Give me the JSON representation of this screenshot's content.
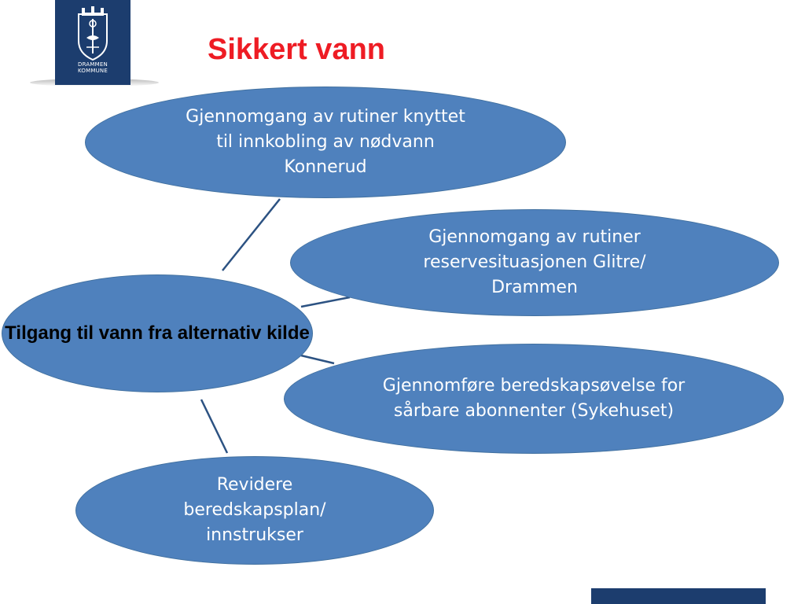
{
  "logo": {
    "line1": "DRAMMEN",
    "line2": "KOMMUNE"
  },
  "title": "Sikkert vann",
  "diagram": {
    "center": "Tilgang til vann fra alternativ kilde",
    "nodes": [
      "Gjennomgang av rutiner knyttet til innkobling av nødvann Konnerud",
      "Gjennomgang av rutiner reservesituasjonen Glitre/ Drammen",
      "Gjennomføre beredskapsøvelse for sårbare abonnenter (Sykehuset)",
      "Revidere beredskapsplan/ innstrukser"
    ]
  },
  "colors": {
    "title": "#ee1c24",
    "node_fill": "#4f81bd",
    "connector": "#2c5282",
    "logo_bg": "#1c3d6e"
  }
}
